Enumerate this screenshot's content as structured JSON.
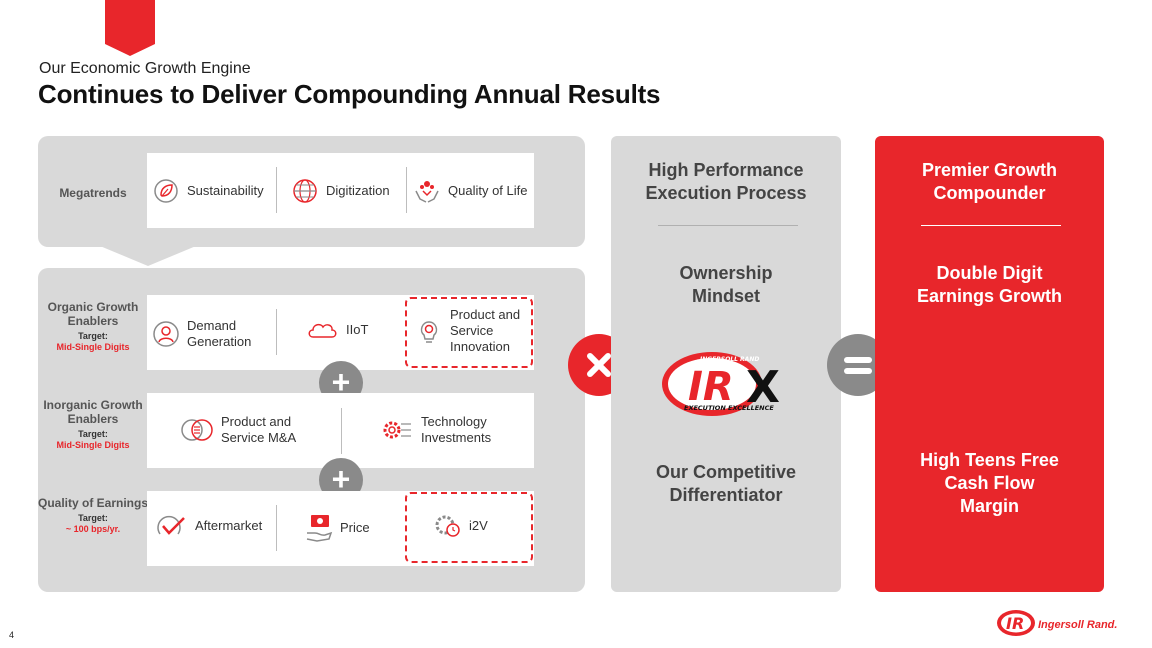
{
  "header": {
    "subtitle": "Our Economic Growth Engine",
    "title": "Continues to Deliver Compounding Annual Results"
  },
  "megatrends": {
    "label": "Megatrends",
    "items": [
      {
        "label": "Sustainability",
        "icon": "sustainability-icon"
      },
      {
        "label": "Digitization",
        "icon": "globe-icon"
      },
      {
        "label": "Quality of Life",
        "icon": "hands-heart-icon"
      }
    ]
  },
  "organic": {
    "label": "Organic Growth Enablers",
    "target_label": "Target:",
    "target_value": "Mid-Single Digits",
    "items": [
      {
        "label": "Demand Generation",
        "icon": "demand-generation-icon"
      },
      {
        "label": "IIoT",
        "icon": "cloud-icon"
      },
      {
        "label": "Product and Service Innovation",
        "icon": "lightbulb-gear-icon"
      }
    ]
  },
  "inorganic": {
    "label": "Inorganic Growth Enablers",
    "target_label": "Target:",
    "target_value": "Mid-Single Digits",
    "items": [
      {
        "label": "Product and Service M&A",
        "icon": "overlap-circles-icon"
      },
      {
        "label": "Technology Investments",
        "icon": "tech-gear-icon"
      }
    ]
  },
  "quality": {
    "label": "Quality of Earnings",
    "target_label": "Target:",
    "target_value": "~ 100 bps/yr.",
    "items": [
      {
        "label": "Aftermarket",
        "icon": "aftermarket-icon"
      },
      {
        "label": "Price",
        "icon": "price-hand-icon"
      },
      {
        "label": "i2V",
        "icon": "gear-clock-icon"
      }
    ]
  },
  "operators": {
    "plus": "+",
    "times": "×",
    "equals": "="
  },
  "execution": {
    "title": "High Performance Execution Process",
    "ownership": "Ownership Mindset",
    "logo_text": "IRX",
    "logo_top": "INGERSOLL RAND",
    "logo_bottom": "EXECUTION EXCELLENCE",
    "differentiator": "Our Competitive Differentiator"
  },
  "result": {
    "title": "Premier Growth Compounder",
    "earnings": "Double Digit Earnings Growth",
    "cashflow": "High Teens Free Cash Flow Margin"
  },
  "footer": {
    "page_number": "4",
    "brand": "Ingersoll Rand."
  },
  "colors": {
    "brand_red": "#e8262b",
    "panel_gray": "#d9d9d9",
    "operator_gray": "#8a8a8a"
  }
}
